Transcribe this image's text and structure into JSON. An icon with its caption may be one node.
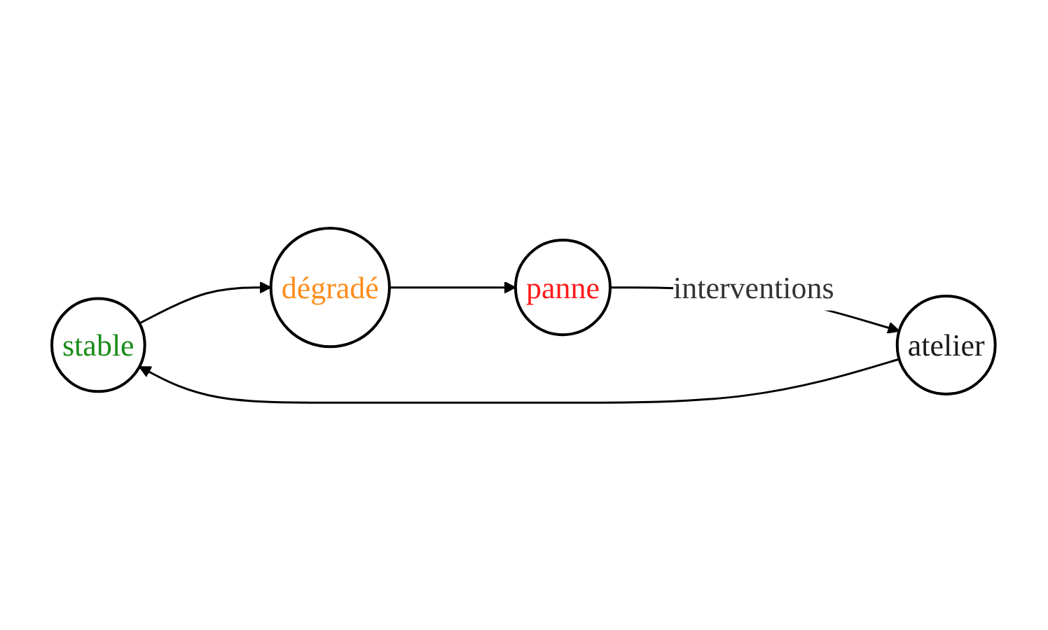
{
  "diagram": {
    "nodes": [
      {
        "text": [
          "stable"
        ]
      },
      {
        "text": [
          "dégradé"
        ]
      },
      {
        "text": [
          "panne"
        ]
      },
      {
        "text": [
          "atelier"
        ]
      }
    ],
    "edges": [
      {
        "from": 0,
        "to": 1,
        "arrow": "to"
      },
      {
        "from": 1,
        "to": 2,
        "arrow": "to"
      },
      {
        "from": 2,
        "to": 3,
        "arrow": "to",
        "label": "interventions"
      },
      {
        "from": 3,
        "to": 0,
        "arrow": "to"
      }
    ]
  }
}
